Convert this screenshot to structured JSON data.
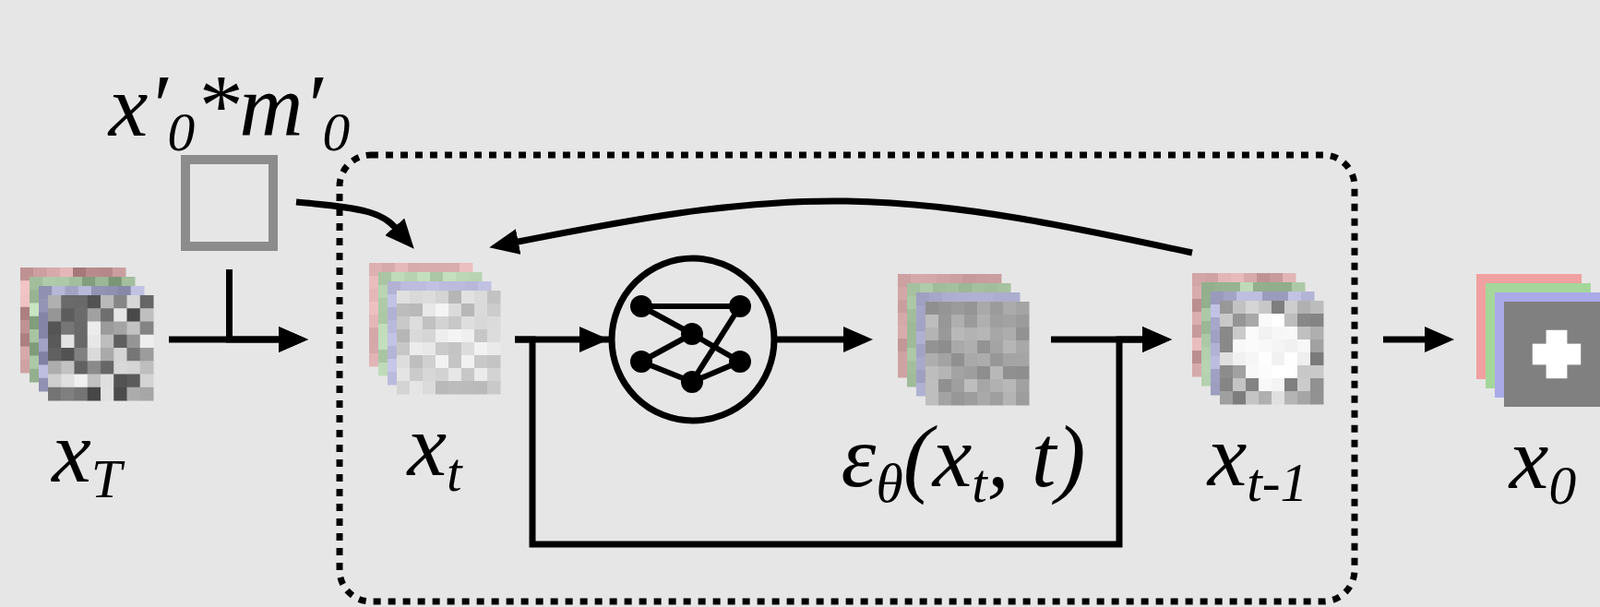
{
  "diagram": {
    "nodes": [
      {
        "text": [
          "x′",
          "0",
          "*m′",
          "0"
        ]
      },
      {
        "text": [
          "x",
          "T"
        ]
      },
      {
        "text": [
          "x",
          "t"
        ]
      },
      {
        "text": [
          "ε",
          "θ",
          "(x",
          "t",
          ", t)"
        ]
      },
      {
        "text": [
          "x",
          "t-1"
        ]
      },
      {
        "text": [
          "x",
          "0"
        ]
      }
    ],
    "edges": [
      {
        "from": 1,
        "to": 2,
        "arrow": "to"
      },
      {
        "from": 0,
        "to": 2,
        "arrow": "to"
      },
      {
        "from": 0,
        "to": 2,
        "arrow": "to"
      },
      {
        "from": 2,
        "to": 3,
        "arrow": "to"
      },
      {
        "from": 2,
        "to": 4,
        "arrow": "to"
      },
      {
        "from": 3,
        "to": 4,
        "arrow": "to"
      },
      {
        "from": 4,
        "to": 2,
        "arrow": "to"
      },
      {
        "from": 4,
        "to": 5,
        "arrow": "to"
      }
    ]
  }
}
